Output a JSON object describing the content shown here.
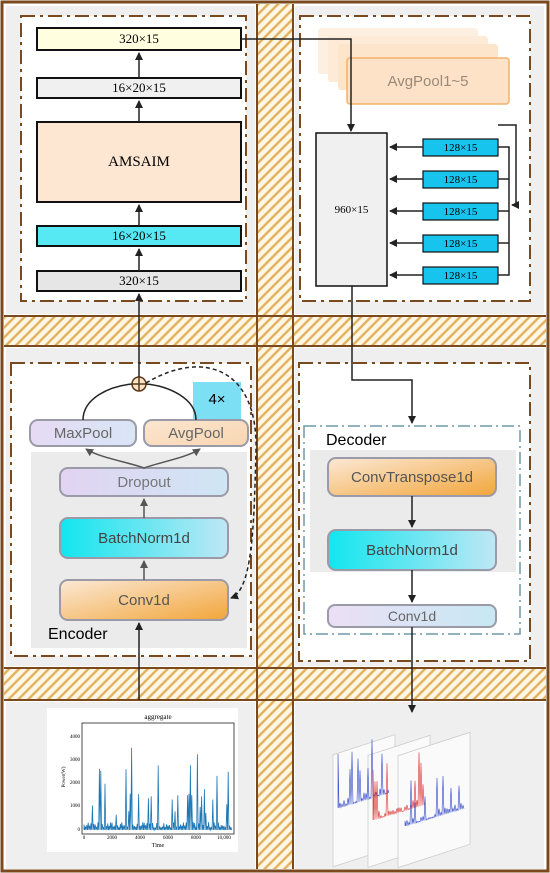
{
  "encoder_stack": {
    "top_box": "320×15",
    "reshape_box": "16×20×15",
    "attention_box": "AMSAIM",
    "input_reshape_box": "16×20×15",
    "input_box": "320×15"
  },
  "fusion": {
    "pool_box": "AvgPool1~5",
    "concat_box": "960×15",
    "branch_boxes": [
      "128×15",
      "128×15",
      "128×15",
      "128×15",
      "128×15"
    ]
  },
  "encoder": {
    "title": "Encoder",
    "repeat_label": "4×",
    "maxpool": "MaxPool",
    "avgpool": "AvgPool",
    "dropout": "Dropout",
    "batchnorm": "BatchNorm1d",
    "conv": "Conv1d"
  },
  "decoder": {
    "title": "Decoder",
    "convtranspose": "ConvTranspose1d",
    "batchnorm": "BatchNorm1d",
    "conv": "Conv1d"
  },
  "input_chart": {
    "title": "aggregate",
    "xlabel": "Time",
    "ylabel": "Power(W)",
    "y_ticks": [
      "0",
      "1000",
      "2000",
      "3000",
      "4000"
    ],
    "x_ticks": [
      "0",
      "2000",
      "4000",
      "6000",
      "8000",
      "10,000"
    ]
  },
  "colors": {
    "frame_brown": "#7a4a1e",
    "hatch_orange": "#e8b564",
    "cyan": "#19e2ee",
    "peach": "#fce4cc",
    "cream": "#ffffe0",
    "lavender": "#e6dcf2",
    "light_blue_box": "#12c1ea"
  }
}
